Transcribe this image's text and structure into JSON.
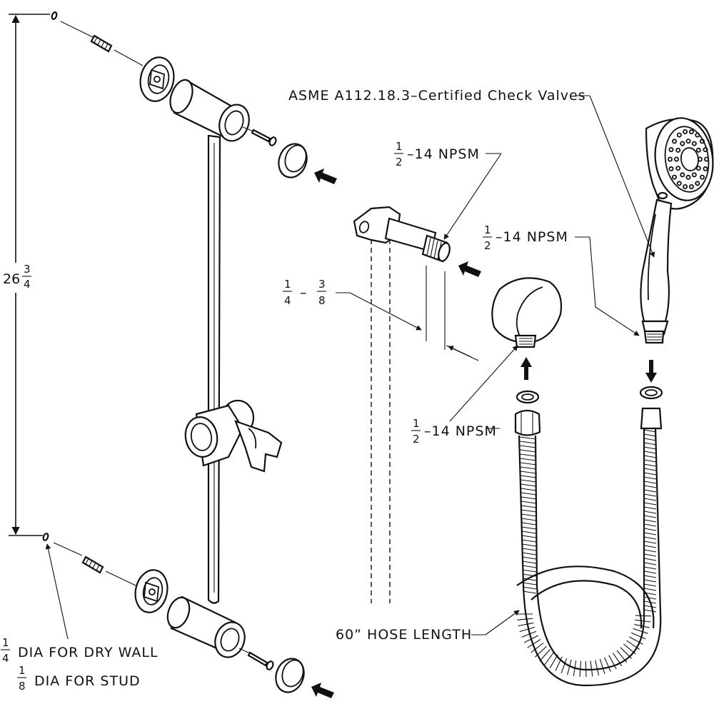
{
  "dimension": {
    "whole": "26",
    "frac_num": "3",
    "frac_den": "4"
  },
  "labels": {
    "check_valves": "ASME A112.18.3–Certified Check Valves",
    "npsm_top": {
      "num": "1",
      "den": "2",
      "text": "–14 NPSM"
    },
    "npsm_right": {
      "num": "1",
      "den": "2",
      "text": "–14 NPSM"
    },
    "npsm_bottom": {
      "num": "1",
      "den": "2",
      "text": "–14 NPSM"
    },
    "range": {
      "a_num": "1",
      "a_den": "4",
      "dash": "–",
      "b_num": "3",
      "b_den": "8"
    },
    "hose_length": "60” HOSE LENGTH",
    "dry_wall": {
      "num": "1",
      "den": "4",
      "text": "DIA FOR DRY WALL"
    },
    "stud": {
      "num": "1",
      "den": "8",
      "text": "DIA FOR STUD"
    }
  }
}
